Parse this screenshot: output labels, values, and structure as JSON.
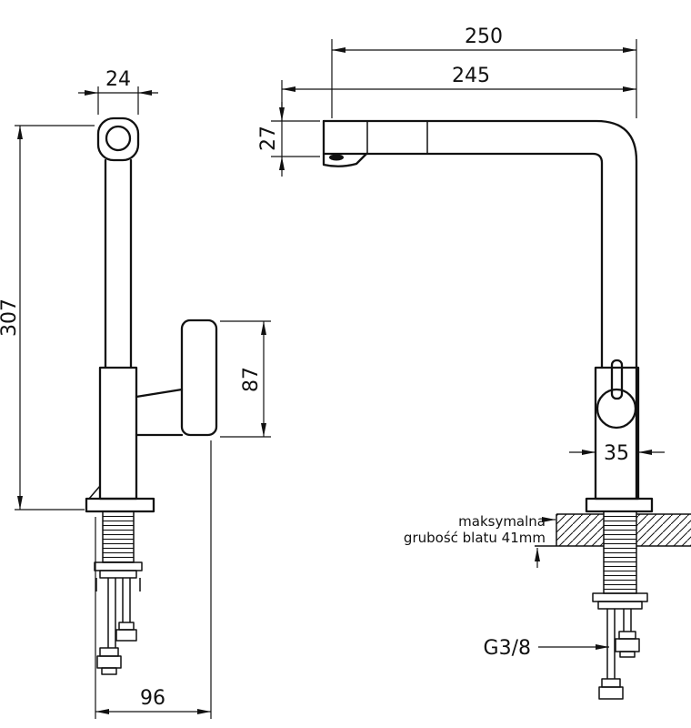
{
  "drawing": {
    "dims": {
      "top_total": "250",
      "top_spout": "245",
      "spout_height": "27",
      "head_width": "24",
      "total_height": "307",
      "lever_height": "87",
      "body_width": "35",
      "base_depth": "96"
    },
    "labels": {
      "counter_note_1": "maksymalna",
      "counter_note_2": "grubość blatu 41mm",
      "thread": "G3/8"
    }
  }
}
